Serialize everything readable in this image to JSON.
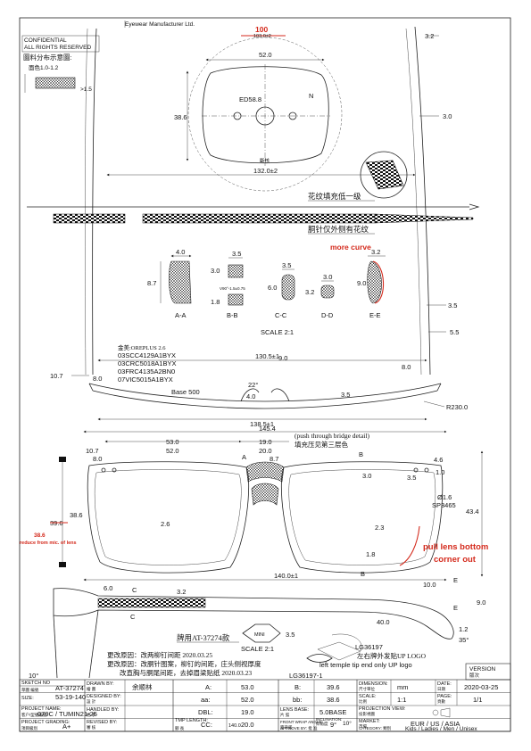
{
  "header": {
    "company": "Eyewear Manufacturer Ltd.",
    "confidential": "CONFIDENTIAL",
    "rights": "ALL RIGHTS RESERVED",
    "legend_title": "圖料分布示意圖:",
    "legend_note": "面色1.0-1.2",
    "legend_dim": ">1.5"
  },
  "lens_view": {
    "top_red": "100",
    "top_strike": "103.0±2",
    "width": "52.0",
    "height": "38.6",
    "ed": "ED58.8",
    "n": "N",
    "axis": "斷核",
    "total": "132.0±2",
    "temple_gap": "3.2",
    "temple_w": "3.0"
  },
  "pin_notes": {
    "hatch_note": "花纹填充低一级",
    "pin_note": "胴针仅外侧有花纹"
  },
  "sections": {
    "more_curve": "more curve",
    "aa_w": "4.0",
    "aa_h": "8.7",
    "aa_label": "A-A",
    "bb_w": "3.5",
    "bb_h1": "3.0",
    "bb_h2": "1.8",
    "bb_note": "V90°-1.5±0.75",
    "bb_label": "B-B",
    "cc_w": "3.5",
    "cc_h": "6.0",
    "cc_label": "C-C",
    "dd_w": "3.0",
    "dd_h": "3.2",
    "dd_label": "D-D",
    "ee_w": "3.2",
    "ee_h": "9.0",
    "ee_label": "E-E",
    "scale": "SCALE 2:1",
    "side_dim": "3.5"
  },
  "top_view": {
    "material_title": "金美:OREPLUS 2.6",
    "codes": [
      "03SCC4129A1BYX",
      "03CRC5018A1BYX",
      "03FRC4135A2BN0",
      "07VIC5015A1BYX"
    ],
    "width_a": "130.5±1",
    "right_a": "8.0",
    "right_b": "5.5",
    "left_a": "10.7",
    "left_b": "8.0",
    "base": "Base 500",
    "angle": "22°",
    "d1": "4.0",
    "d2": "9.0",
    "d3": "3.5",
    "radius": "R230.0",
    "overall": "138.5±1"
  },
  "front_view": {
    "total": "145.4",
    "lens": "53.0",
    "bridge": "19.0",
    "lens2": "52.0",
    "bridge2": "20.0",
    "bridge_note1": "(push through bridge detail)",
    "bridge_note2": "填充压见第三层色",
    "left_dim1": "10.7",
    "left_dim2": "8.0",
    "a_label": "A",
    "b_label": "B",
    "dim_87": "8.7",
    "dim_30": "3.0",
    "dim_46": "4.6",
    "dim_35": "3.5",
    "dim_10": "1.0",
    "pin": "Ø1.6",
    "sp": "SP3465",
    "h_total": "43.4",
    "h_a": "38.6",
    "h_b": "39.6",
    "red_386": "38.6",
    "red_reduce": "reduce from mic. of lens",
    "dim_26": "2.6",
    "dim_23": "2.3",
    "dim_18": "1.8",
    "red_pull1": "pull lens bottom",
    "red_pull2": "corner out",
    "b_below": "B"
  },
  "temple_view": {
    "total": "140.0±1",
    "c": "C",
    "dim_60": "6.0",
    "dim_32": "3.2",
    "dim_100": "10.0",
    "dim_90": "9.0",
    "e": "E",
    "dim_400": "40.0",
    "dim_12": "1.2",
    "angle": "35°",
    "model": "牌用AT-37274款",
    "scale": "SCALE 2:1",
    "dim_35": "3.5",
    "code1": "LG36197",
    "note1": "左右牌外发贴UP LOGO",
    "note2": "left temple tip end only UP logo",
    "code2": "LG36197-1",
    "left_angle": "10°",
    "logo_text": "MINI"
  },
  "revisions": [
    "更改原因：改两柳钉间距 2020.03.25",
    "更改原因：改胴针图案，柳钉的间距，庄头侧视厚度",
    "改直胸与胴尾间距，去掉眉梁贴纸 2020.03.23"
  ],
  "title_block": {
    "version_label": "VERSION",
    "version_cn": "版次",
    "sketch_label": "SKETCH NO",
    "sketch_cn": "草圖 編號",
    "sketch_val": "AT-37274",
    "size_label": "SIZE:",
    "size_val": "53-19-140",
    "project_label": "PROJECT NAME:",
    "project_cn": "客户/型號編號",
    "project_val": "079C / TUMIN21-25",
    "grading_label": "PROJECT GRADING:",
    "grading_cn": "項目級別",
    "grading_val": "A+",
    "drawn_label": "DRAWN BY:",
    "drawn_cn": "繪 圖",
    "drawn_val": "余顺林",
    "designed_label": "DESIGNED BY:",
    "designed_cn": "設 計",
    "handled_label": "HANDLED BY:",
    "handled_cn": "經 手",
    "revised_label": "REVISED BY:",
    "revised_cn": "審 核",
    "approve_label": "APPROVE BY:",
    "approve_cn": "批 准",
    "a_label": "A:",
    "a_val": "53.0",
    "aa_label": "aa:",
    "aa_val": "52.0",
    "dbl_label": "DBL:",
    "dbl_val": "19.0",
    "cc_label": "CC:",
    "cc_val": "20.0",
    "tmp_label": "TMP LENGTH:",
    "tmp_cn": "腳 長",
    "tmp_val": "140.0",
    "b_label": "B:",
    "b_val": "39.6",
    "bb_label": "bb:",
    "bb_val": "38.6",
    "lensbase_label": "LENS BASE:",
    "lensbase_cn": "片 弧",
    "lensbase_val": "5.0BASE",
    "wrap_label": "FRONT WRAP ANGLE:",
    "wrap_cn": "面弯弧",
    "wrap_val": "9°",
    "incl_label": "INCLINATION:",
    "incl_cn": "仰角度",
    "incl_val": "10°",
    "dim_label": "DIMENSION:",
    "dim_cn": "尺寸單位",
    "dim_val": "mm",
    "scale_label": "SCALE:",
    "scale_cn": "比例",
    "scale_val": "1:1",
    "proj_label": "PROJECTION VIEW:",
    "proj_cn": "投影視圖",
    "market_label": "MARKET:",
    "market_cn": "市場",
    "market_val": "EUR / US / ASIA",
    "category_label": "CATEGORY:",
    "category_cn": "類別",
    "category_val": "Kids / Ladies / Men / Unisex",
    "date_label": "DATE:",
    "date_cn": "日期",
    "date_val": "2020-03-25",
    "page_label": "PAGE:",
    "page_cn": "頁數",
    "page_val": "1/1"
  }
}
